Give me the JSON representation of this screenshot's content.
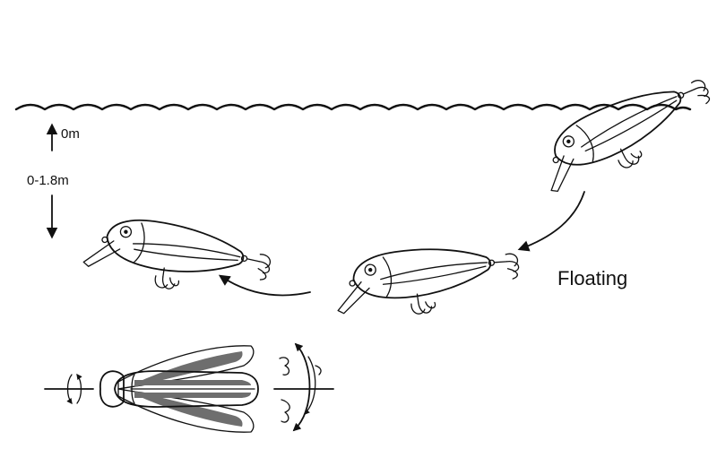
{
  "labels": {
    "depth_top": "0m",
    "depth_range": "0-1.8m",
    "action": "Floating"
  },
  "colors": {
    "ink": "#111111",
    "body_shade": "#bfbfbf",
    "stripe": "#6e6e6e",
    "background": "#ffffff"
  }
}
